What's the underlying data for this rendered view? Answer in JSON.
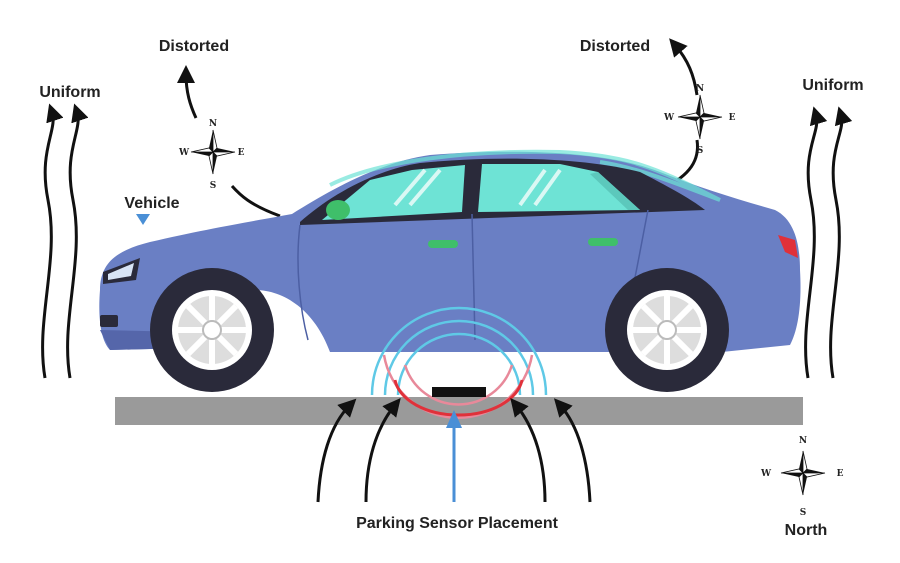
{
  "labels": {
    "uniform_left": "Uniform",
    "uniform_right": "Uniform",
    "distorted_left": "Distorted",
    "distorted_right": "Distorted",
    "vehicle": "Vehicle",
    "sensor": "Parking Sensor Placement",
    "north": "North"
  },
  "compass": {
    "n": "N",
    "s": "S",
    "e": "E",
    "w": "W"
  },
  "colors": {
    "car_body": "#6A7FC4",
    "car_shadow": "#5566AA",
    "window": "#6EE3D5",
    "ground": "#9A9A9A",
    "marker": "#4A8FD6",
    "wave_red": "#E0313A",
    "wave_blue": "#5FC9E6",
    "wave_pink": "#E8899A",
    "field_line": "#111111"
  }
}
